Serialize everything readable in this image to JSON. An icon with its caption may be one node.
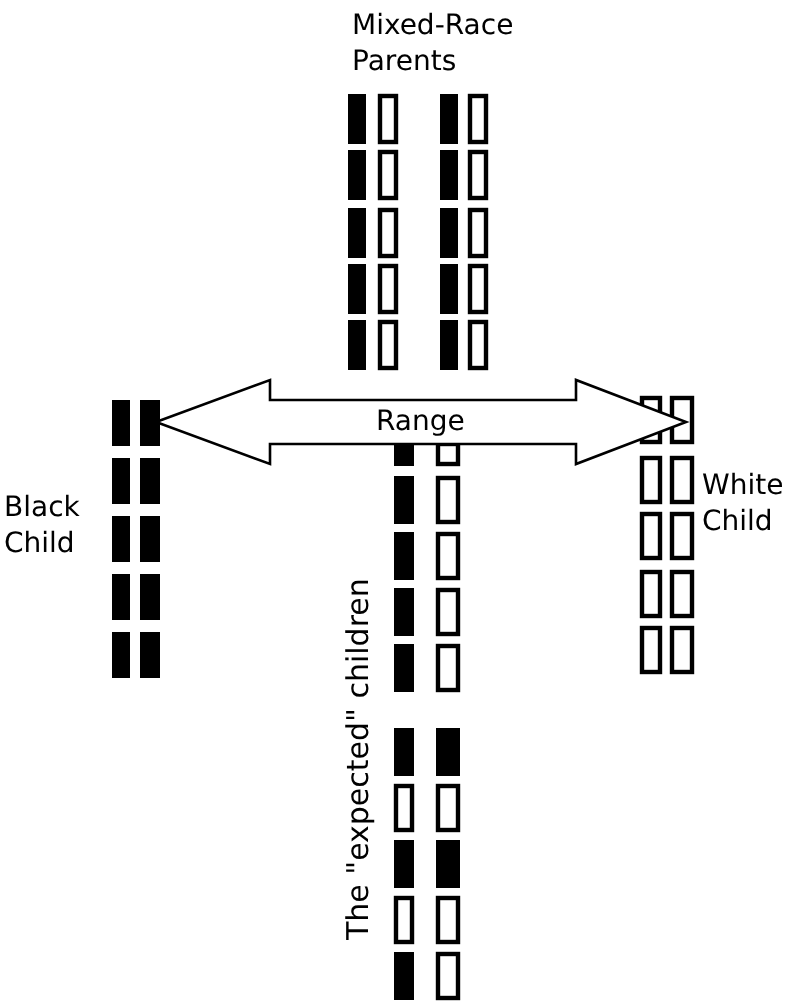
{
  "diagram": {
    "labels": [
      "Mixed-Race Parents",
      "Range",
      "Black Child",
      "White Child",
      "The \"expected\" children"
    ]
  }
}
